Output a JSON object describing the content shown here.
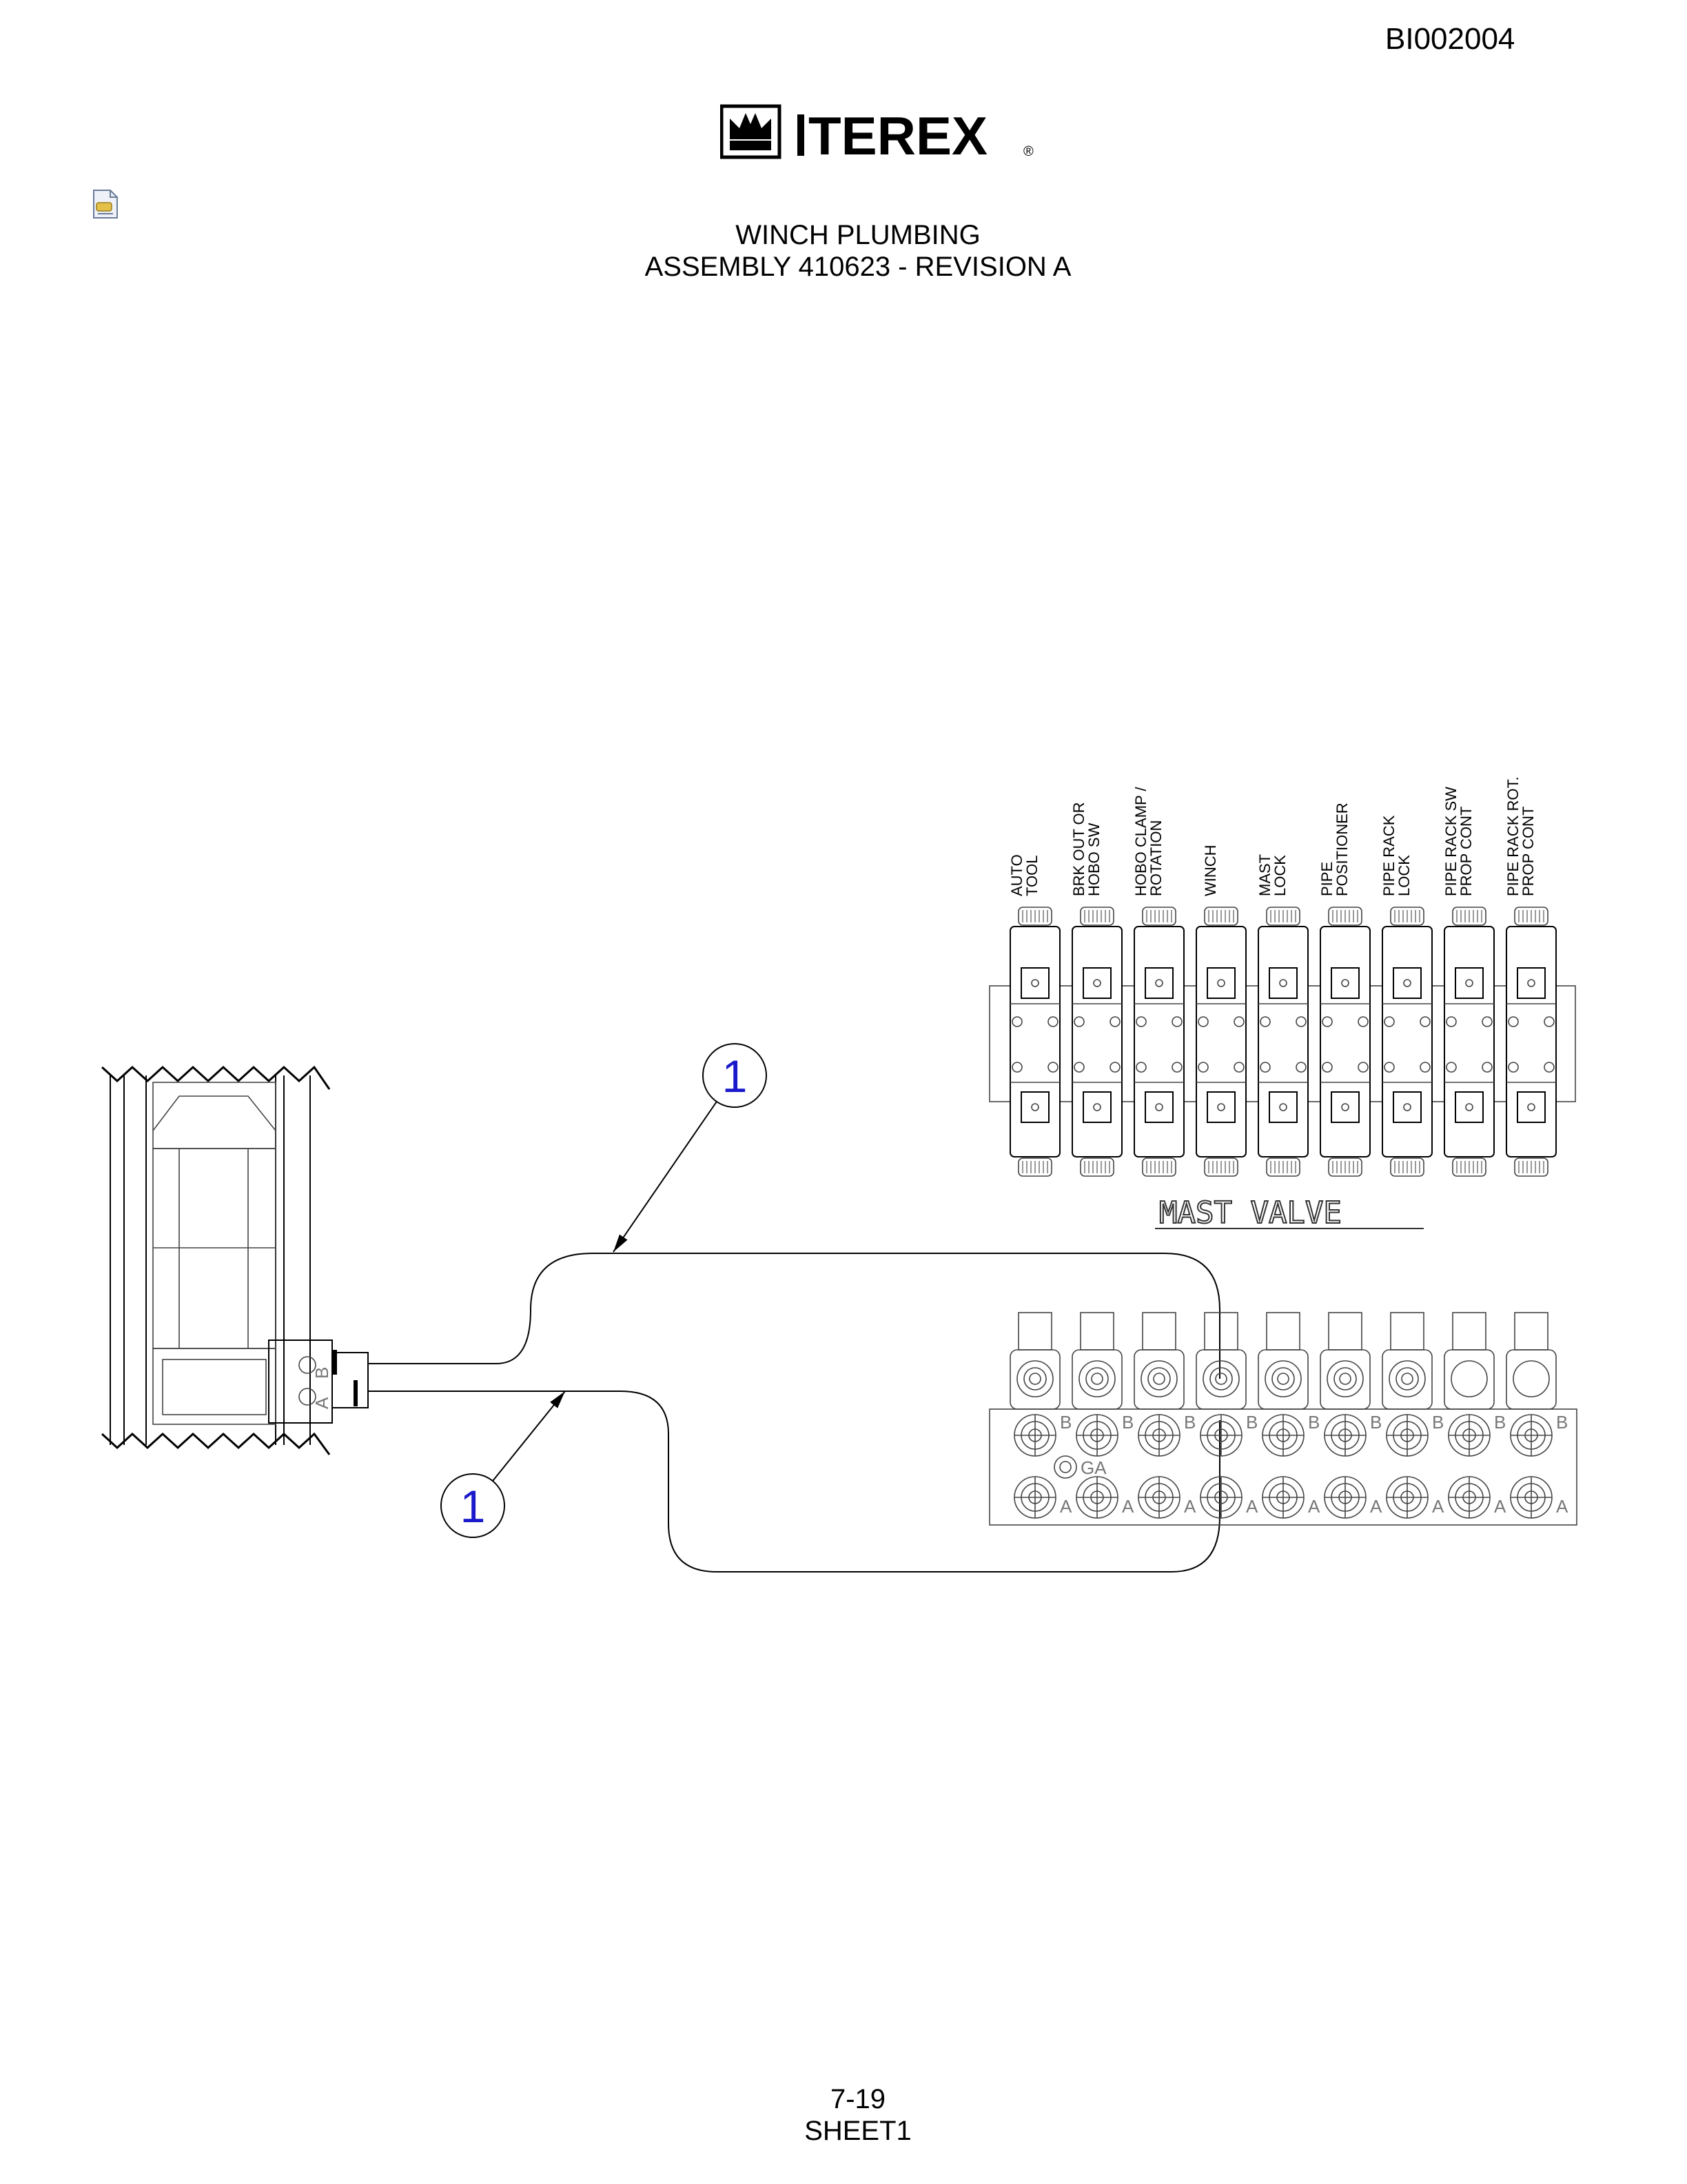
{
  "header": {
    "doc_id": "BI002004",
    "brand": "TEREX",
    "registered": "®"
  },
  "title": {
    "line1": "WINCH PLUMBING",
    "line2": "ASSEMBLY 410623 - REVISION A"
  },
  "file_icon": "document-icon",
  "valve_labels": [
    [
      "AUTO",
      "TOOL"
    ],
    [
      "BRK OUT OR",
      "HOBO SW"
    ],
    [
      "HOBO CLAMP /",
      "ROTATION"
    ],
    [
      "WINCH"
    ],
    [
      "MAST",
      "LOCK"
    ],
    [
      "PIPE",
      "POSITIONER"
    ],
    [
      "PIPE RACK",
      "LOCK"
    ],
    [
      "PIPE RACK  SW",
      "PROP CONT"
    ],
    [
      "PIPE RACK ROT.",
      "PROP CONT"
    ]
  ],
  "mast_valve_label": "MAST   VALVE",
  "manifold_ports": {
    "b": "B",
    "a": "A",
    "gauge": "GA"
  },
  "winch_ports": {
    "b": "B",
    "a": "A"
  },
  "balloons": [
    "1",
    "1"
  ],
  "footer": {
    "page": "7-19",
    "sheet": "SHEET1"
  },
  "colors": {
    "balloon_text": "#1a1acc",
    "line": "#000000"
  }
}
